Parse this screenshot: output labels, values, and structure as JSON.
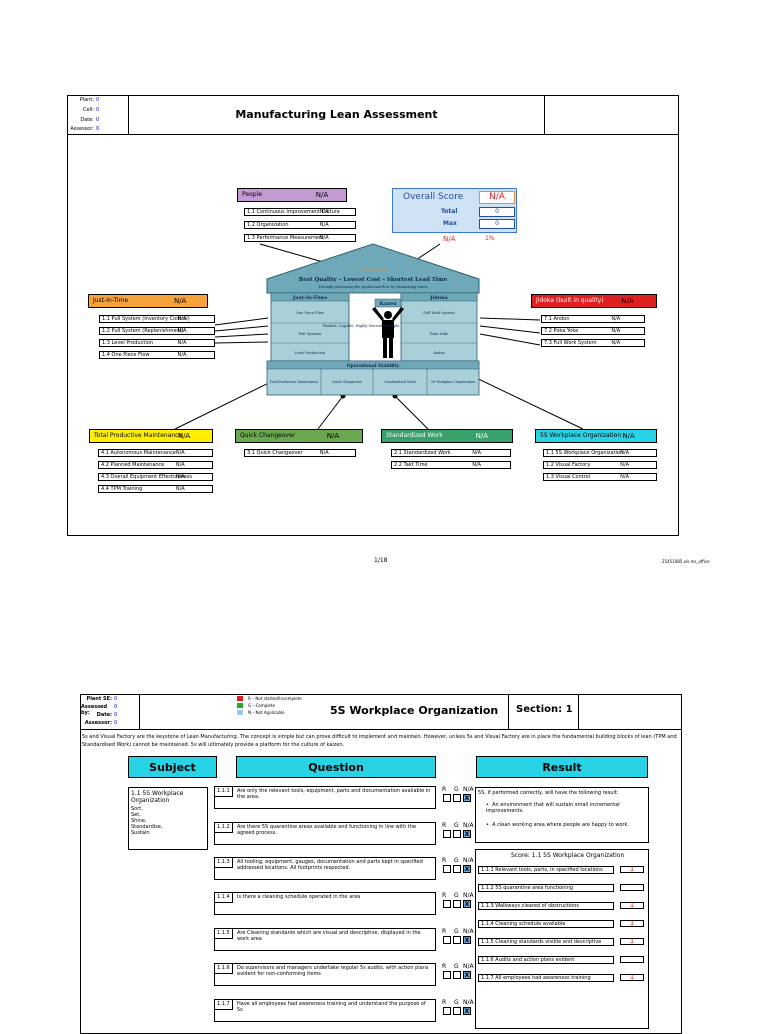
{
  "page1": {
    "title": "Manufacturing Lean Assessment",
    "meta": [
      {
        "label": "Plant:",
        "value": "0"
      },
      {
        "label": "Cell:",
        "value": "0"
      },
      {
        "label": "Date:",
        "value": "0"
      },
      {
        "label": "Assessor:",
        "value": "0"
      }
    ],
    "people": {
      "title": "People",
      "value": "N/A",
      "items": [
        {
          "label": "1.1 Continuous Improvement Culture",
          "value": "N/A"
        },
        {
          "label": "1.2 Organization",
          "value": "N/A"
        },
        {
          "label": "1.3 Performance Measurement",
          "value": "N/A"
        }
      ]
    },
    "overall": {
      "title": "Overall Score",
      "value": "N/A",
      "total_label": "Total",
      "total_value": "0",
      "max_label": "Max",
      "max_value": "0",
      "foot_left": "N/A",
      "foot_right": "1%"
    },
    "jit": {
      "title": "Just-In-Time",
      "value": "N/A",
      "items": [
        {
          "label": "1.1 Pull System (Inventory Control)",
          "value": "N/A"
        },
        {
          "label": "1.2 Pull System (Replenishment)",
          "value": "N/A"
        },
        {
          "label": "1.3 Level Production",
          "value": "N/A"
        },
        {
          "label": "1.4 One Piece Flow",
          "value": "N/A"
        }
      ]
    },
    "jidoka": {
      "title": "Jidoka (built in quality)",
      "value": "N/A",
      "items": [
        {
          "label": "7.1 Andon",
          "value": "N/A"
        },
        {
          "label": "7.2 Poka Yoke",
          "value": "N/A"
        },
        {
          "label": "7.3 Full Work System",
          "value": "N/A"
        }
      ]
    },
    "house": {
      "roof_top": "Lean Target",
      "roof_line1": "Best Quality – Lowest Cost – Shortest Lead Time",
      "roof_line2": "Through shortening the production flow by eliminating waste",
      "left_pillar": "Just-In-Time",
      "right_pillar": "Jidoka",
      "center_label": "Kaizen",
      "center_text": "Flexible, Capable, Highly Motivated People",
      "left_cells": [
        "One Piece Flow",
        "Pull Systems",
        "Level Production"
      ],
      "right_cells": [
        "Full Work System",
        "Poka Yoke",
        "Andon"
      ],
      "base_title": "Operational Stability",
      "base_cells": [
        "Total Productive Maintenance",
        "Quick Changeover",
        "Standardized Work",
        "5S Workplace Organization"
      ]
    },
    "tpm": {
      "title": "Total Productive Maintenance",
      "value": "N/A",
      "items": [
        {
          "label": "4.1 Autonomous Maintenance",
          "value": "N/A"
        },
        {
          "label": "4.2 Planned Maintenance",
          "value": "N/A"
        },
        {
          "label": "4.3 Overall Equipment Effectiveness",
          "value": "N/A"
        },
        {
          "label": "4.4 TPM Training",
          "value": "N/A"
        }
      ]
    },
    "qc": {
      "title": "Quick Changeover",
      "value": "N/A",
      "items": [
        {
          "label": "3.1 Quick Changeover",
          "value": "N/A"
        }
      ]
    },
    "sw": {
      "title": "Standardized Work",
      "value": "N/A",
      "items": [
        {
          "label": "2.1 Standardized Work",
          "value": "N/A"
        },
        {
          "label": "2.2 Takt Time",
          "value": "N/A"
        }
      ]
    },
    "fives": {
      "title": "5S Workplace Organization",
      "value": "N/A",
      "items": [
        {
          "label": "1.1 5S Workplace Organization",
          "value": "N/A"
        },
        {
          "label": "1.2 Visual Factory",
          "value": "N/A"
        },
        {
          "label": "1.3 Visual Control",
          "value": "N/A"
        }
      ]
    },
    "page_num": "1/18",
    "file_ref": "25451085.xls.ms_office"
  },
  "page2": {
    "meta": [
      {
        "label": "Plant SE:",
        "value": "0"
      },
      {
        "label": "Assessed by:",
        "value": "0"
      },
      {
        "label": "Date:",
        "value": "0"
      },
      {
        "label": "Assessor:",
        "value": "0"
      }
    ],
    "legend": [
      {
        "color": "#e02020",
        "label": "R – Not started/Incomplete"
      },
      {
        "color": "#22aa22",
        "label": "G – Complete"
      },
      {
        "color": "#9fc5e8",
        "label": "N – Not Applicable"
      }
    ],
    "title": "5S Workplace Organization",
    "section_label": "Section: 1",
    "intro": "5s and Visual Factory are the keystone of Lean Manufacturing.  The concept is simple but can prove difficult to implement and maintain.  However, unless 5s and Visual Factory are in place the fundamental  building blocks of lean (TPM and Standardised Work) cannot be maintained.  5s will ultimately provide a platform for the culture of kaizen.",
    "col_subject": "Subject",
    "col_question": "Question",
    "col_result": "Result",
    "subject": {
      "title": "1.1  5S Workplace Organization",
      "lines": [
        "Sort,",
        "Set,",
        "Shine,",
        "Standardise,",
        "Sustain"
      ]
    },
    "rgn": [
      "R",
      "G",
      "N/A"
    ],
    "na_mark": "X",
    "questions": [
      {
        "num": "1.1.1",
        "text": "Are only the relevant tools, equipment, parts and documentation available in the area."
      },
      {
        "num": "1.1.2",
        "text": "Are there 5S quarantine areas available and functioning in line with the agreed process."
      },
      {
        "num": "1.1.3",
        "text": "All tooling, equipment, gauges, documentation and parts kept in specified addressed locations. All footprints respected."
      },
      {
        "num": "1.1.4",
        "text": "Is there a cleaning schedule operated in the area"
      },
      {
        "num": "1.1.5",
        "text": "Are Cleaning standards which are visual and descriptive, displayed in the work area"
      },
      {
        "num": "1.1.6",
        "text": "Do supervisors and managers undertake regular 5s audits, with action plans evident for non-conforming items"
      },
      {
        "num": "1.1.7",
        "text": "Have all employees had awareness training and understand the purpose of 5s"
      }
    ],
    "result_intro": "5S, if performed correctly, will have the following result:",
    "result_bullets": [
      "An environment that will sustain small incremental improvements.",
      "A clean working area where people are happy to work."
    ],
    "score_title": "Score:  1.1  5S Workplace Organization",
    "score_rows": [
      {
        "label": "1.1.1  Relevant tools, parts, in specified locations",
        "value": "1"
      },
      {
        "label": "1.1.2  5S quarantine area functioning",
        "value": ""
      },
      {
        "label": "1.1.3  Walkways cleared of obstructions",
        "value": "1"
      },
      {
        "label": "1.1.4  Cleaning schedule available",
        "value": "1"
      },
      {
        "label": "1.1.5  Cleaning standards visible and descriptive",
        "value": "1"
      },
      {
        "label": "1.1.6  Audits and action plans evident",
        "value": ""
      },
      {
        "label": "1.1.7  All employees had awareness training",
        "value": "1"
      }
    ]
  }
}
